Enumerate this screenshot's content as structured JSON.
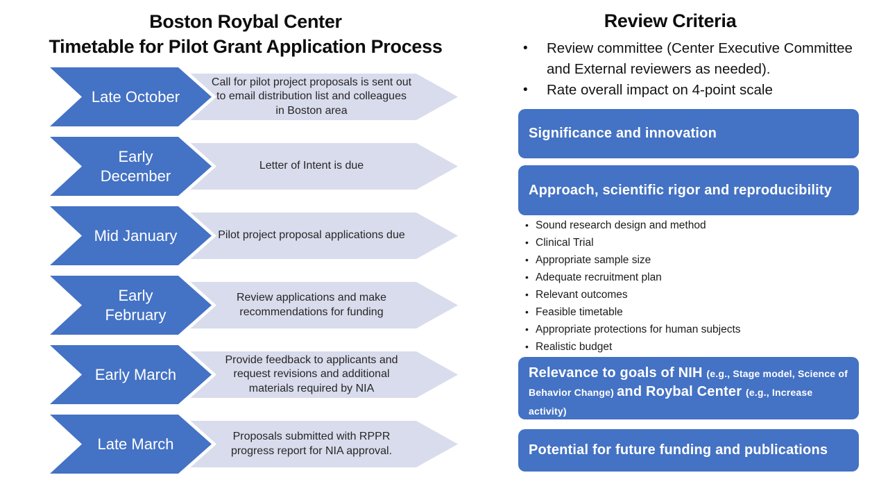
{
  "slide": {
    "left": {
      "title_line1": "Boston Roybal Center",
      "title_line2": "Timetable for Pilot Grant Application Process",
      "timeline": [
        {
          "date": "Late October",
          "description": "Call for pilot project proposals is sent out to email distribution list and colleagues in Boston area"
        },
        {
          "date": "Early December",
          "description": "Letter of Intent is due"
        },
        {
          "date": "Mid January",
          "description": "Pilot project proposal applications due"
        },
        {
          "date": "Early February",
          "description": "Review applications and make recommendations for funding"
        },
        {
          "date": "Early March",
          "description": "Provide feedback to applicants and request revisions and additional materials required by NIA"
        },
        {
          "date": "Late March",
          "description": "Proposals submitted with RPPR progress report for NIA approval."
        }
      ]
    },
    "right": {
      "title": "Review Criteria",
      "bullets": [
        "Review committee (Center Executive Committee and External reviewers as needed).",
        "Rate overall impact on 4-point scale"
      ],
      "box1": "Significance and innovation",
      "box2": "Approach, scientific rigor and reproducibility",
      "box3": {
        "p1": "Relevance to goals of NIH ",
        "p2": "(e.g., Stage model, Science of Behavior Change) ",
        "p3": "and Roybal Center ",
        "p4": "(e.g., Increase activity)"
      },
      "box4": "Potential for future funding and publications",
      "sub_bullets": [
        "Sound research design and method",
        "Clinical Trial",
        "Appropriate sample size",
        "Adequate recruitment plan",
        "Relevant outcomes",
        "Feasible timetable",
        "Appropriate protections for human subjects",
        "Realistic budget"
      ]
    },
    "colors": {
      "accent_blue": "#4472C4",
      "light_arrow": "#D9DCEC"
    }
  }
}
